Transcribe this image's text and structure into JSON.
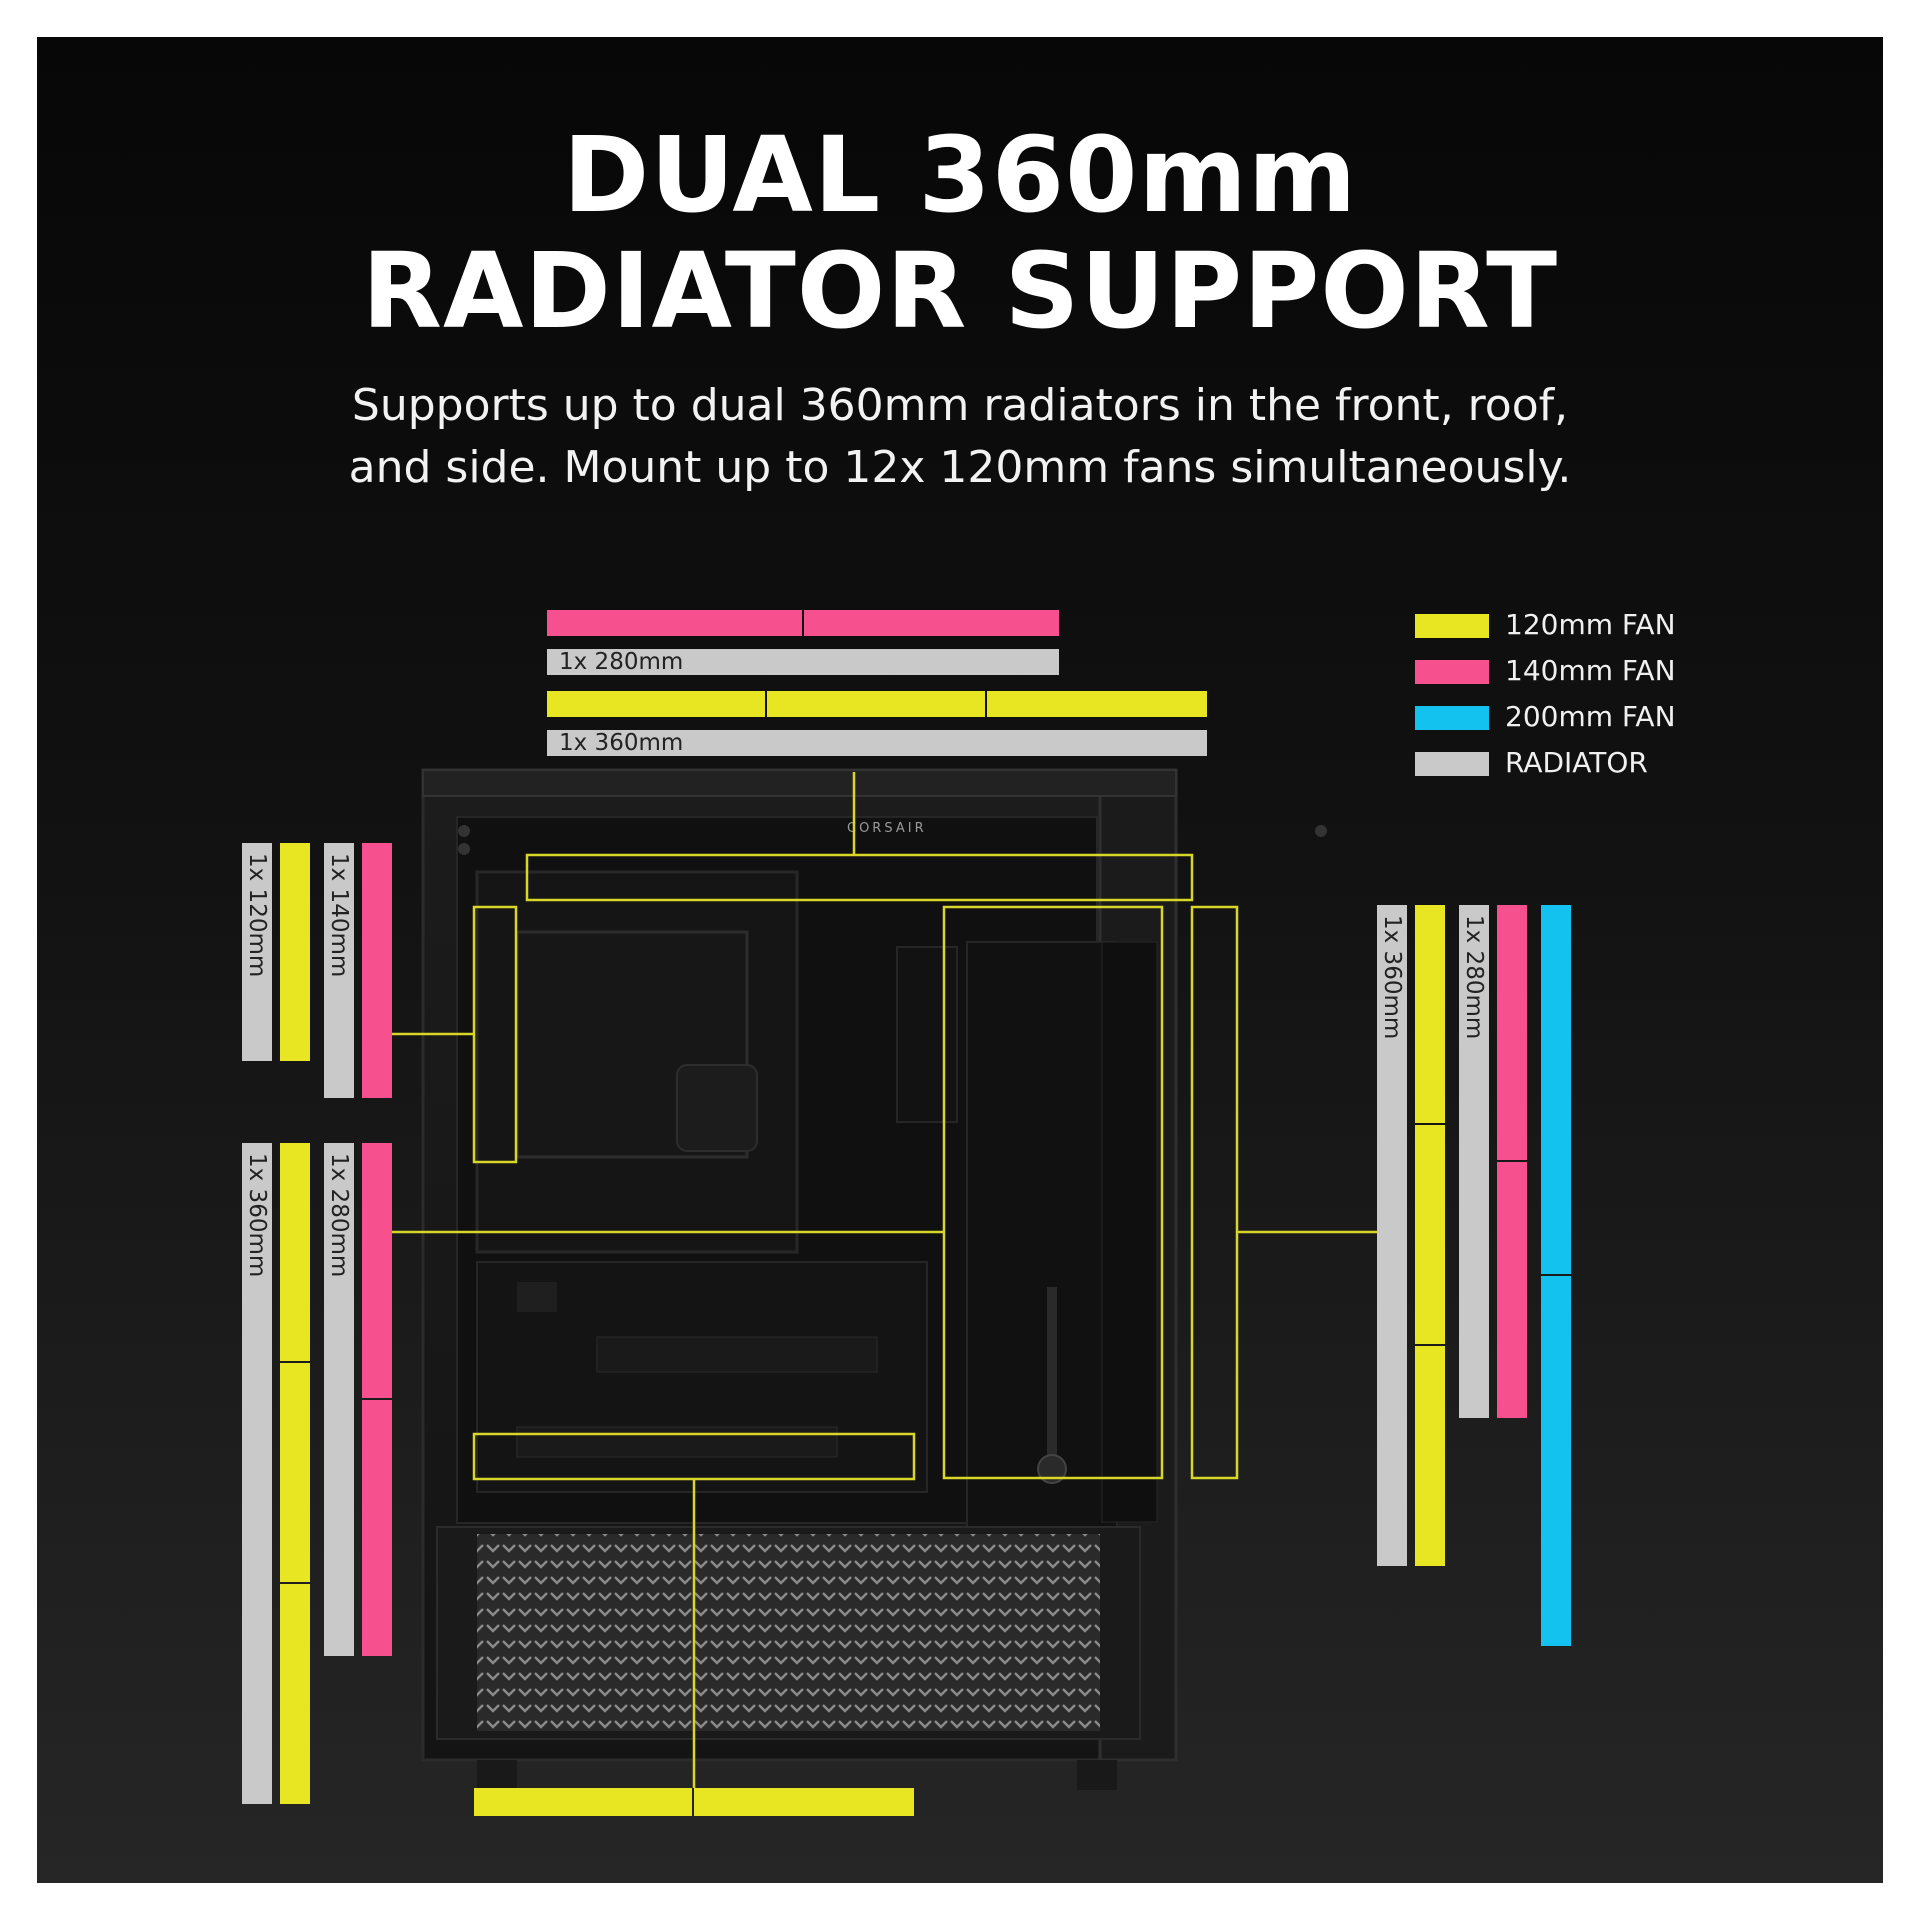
{
  "heading": {
    "line1": "DUAL 360mm",
    "line2": "RADIATOR SUPPORT"
  },
  "description": {
    "line1": "Supports up to dual 360mm radiators in the front, roof,",
    "line2": "and side. Mount up to 12x 120mm fans simultaneously."
  },
  "legend": [
    {
      "label": "120mm FAN",
      "color": "#e8e622"
    },
    {
      "label": "140mm FAN",
      "color": "#f7508f"
    },
    {
      "label": "200mm FAN",
      "color": "#14c2f0"
    },
    {
      "label": "RADIATOR",
      "color": "#c9c9c9"
    }
  ],
  "top_mount": {
    "radiator_280_label": "1x 280mm",
    "radiator_360_label": "1x 360mm"
  },
  "rear_mount": {
    "radiator_120_label": "1x 120mm",
    "radiator_140_label": "1x 140mm"
  },
  "front_mount": {
    "radiator_360_label": "1x 360mm",
    "radiator_280_label": "1x 280mm"
  },
  "side_mount": {
    "radiator_360_label": "1x 360mm",
    "radiator_280_label": "1x 280mm"
  },
  "case_brand": "CORSAIR",
  "colors": {
    "fan120": "#e8e622",
    "fan140": "#f7508f",
    "fan200": "#14c2f0",
    "radiator": "#c9c9c9",
    "outline": "#d9d62a"
  }
}
